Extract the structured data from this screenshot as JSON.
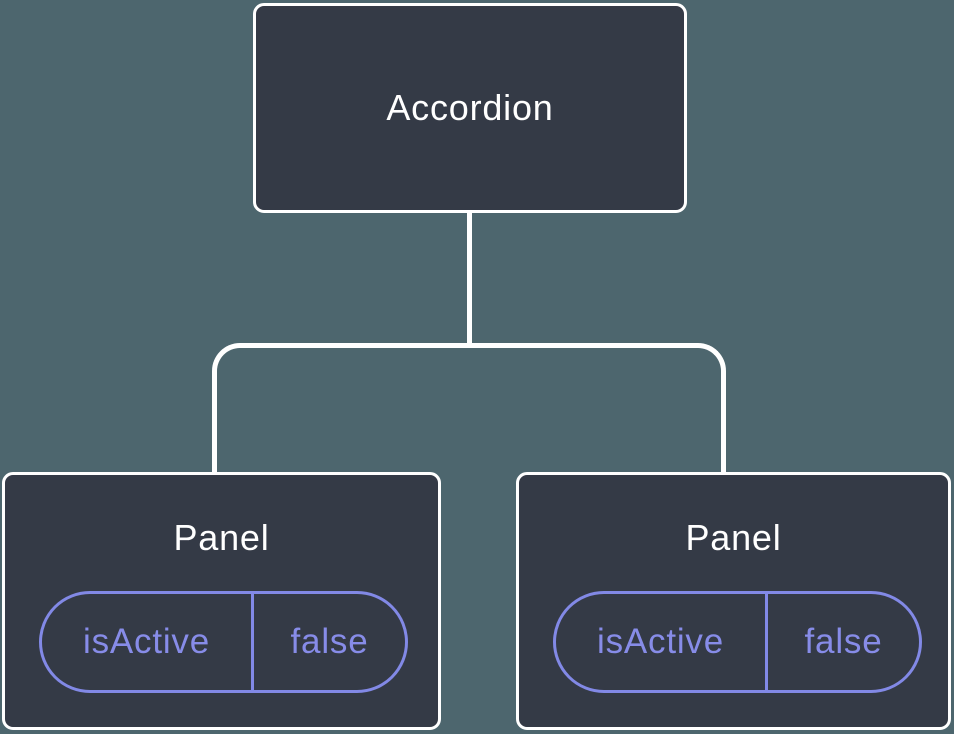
{
  "diagram": {
    "root": {
      "label": "Accordion"
    },
    "panels": [
      {
        "label": "Panel",
        "state": {
          "name": "isActive",
          "value": "false"
        }
      },
      {
        "label": "Panel",
        "state": {
          "name": "isActive",
          "value": "false"
        }
      }
    ]
  },
  "colors": {
    "background": "#4D666E",
    "node-fill": "#343A46",
    "node-border": "#FFFFFF",
    "connector": "#FFFFFF",
    "title-text": "#FFFFFF",
    "state-accent": "#8289E6",
    "state-text": "#878CE8"
  }
}
